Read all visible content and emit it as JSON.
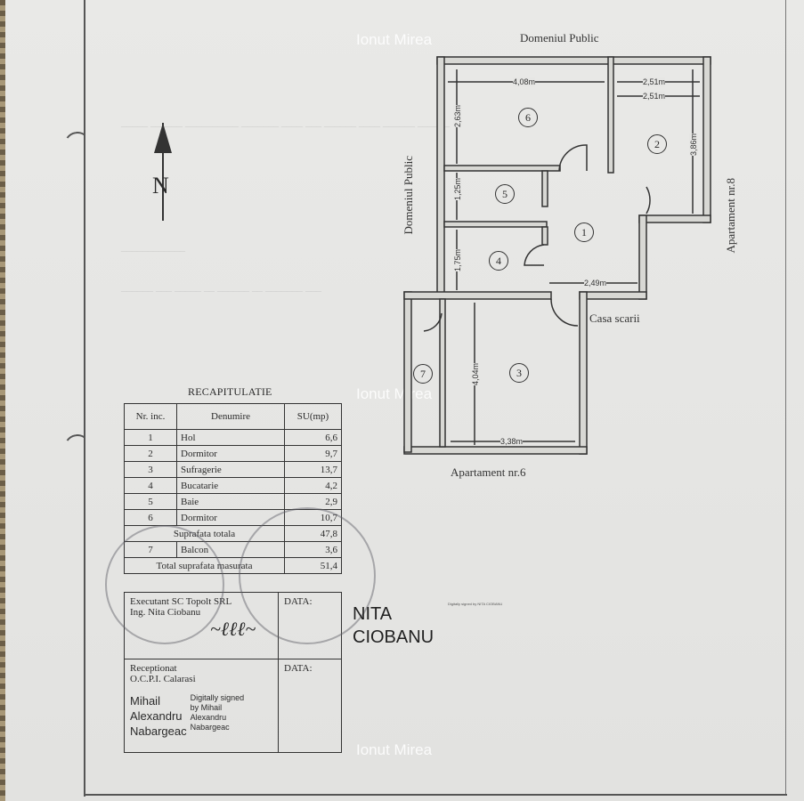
{
  "watermark": "Ionut Mirea",
  "compass": {
    "label": "N"
  },
  "plan": {
    "top_label": "Domeniul Public",
    "left_label": "Domeniul Public",
    "right_label": "Apartament nr.8",
    "bottom_label": "Apartament nr.6",
    "stair_label": "Casa scarii",
    "rooms": [
      "1",
      "2",
      "3",
      "4",
      "5",
      "6",
      "7"
    ],
    "dimensions": {
      "room6_width": "4,08m",
      "room6_height": "2,63m",
      "room2_width_a": "2,51m",
      "room2_width_b": "2,51m",
      "room2_height": "3,86m",
      "room5_height": "1,25m",
      "room4_height": "1,75m",
      "hall_width": "2,49m",
      "room3_height": "4,04m",
      "room3_width": "3,38m"
    }
  },
  "recap": {
    "title": "RECAPITULATIE",
    "headers": [
      "Nr. inc.",
      "Denumire",
      "SU(mp)"
    ],
    "rows": [
      {
        "nr": "1",
        "name": "Hol",
        "su": "6,6"
      },
      {
        "nr": "2",
        "name": "Dormitor",
        "su": "9,7"
      },
      {
        "nr": "3",
        "name": "Sufragerie",
        "su": "13,7"
      },
      {
        "nr": "4",
        "name": "Bucatarie",
        "su": "4,2"
      },
      {
        "nr": "5",
        "name": "Baie",
        "su": "2,9"
      },
      {
        "nr": "6",
        "name": "Dormitor",
        "su": "10,7"
      }
    ],
    "total_label": "Suprafata totala",
    "total_value": "47,8",
    "extra_row": {
      "nr": "7",
      "name": "Balcon",
      "su": "3,6"
    },
    "measured_label": "Total suprafata masurata",
    "measured_value": "51,4"
  },
  "signatures": {
    "executant_line1": "Executant SC Topolt SRL",
    "executant_line2": "Ing. Nita Ciobanu",
    "data_label": "DATA:",
    "received_line1": "Receptionat",
    "received_line2": "O.C.P.I. Calarasi",
    "receiver_name": [
      "Mihail",
      "Alexandru",
      "Nabargeac"
    ],
    "receiver_digital": [
      "Digitally signed",
      "by Mihail",
      "Alexandru",
      "Nabargeac"
    ],
    "data_label2": "DATA:"
  },
  "engineer_sig": {
    "name_line1": "NITA",
    "name_line2": "CIOBANU",
    "digital_text": "Digitally signed by NITA CIOBANU"
  }
}
